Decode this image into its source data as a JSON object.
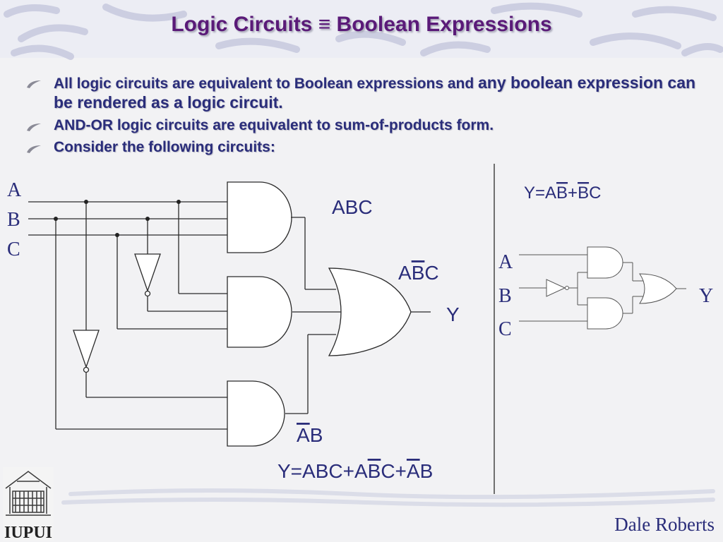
{
  "slide": {
    "title": "Logic Circuits ≡ Boolean Expressions",
    "bullets": [
      {
        "text": "All logic circuits are equivalent to Boolean expressions and ",
        "big": "any boolean expression can be rendered as a logic circuit."
      },
      {
        "text": "AND-OR logic circuits are equivalent to sum-of-products form.",
        "big": ""
      },
      {
        "text": "Consider the following circuits:",
        "big": ""
      }
    ],
    "footer": "Dale Roberts",
    "logo_text": "IUPUI"
  },
  "circuit1": {
    "inputs": [
      "A",
      "B",
      "C"
    ],
    "term_labels": {
      "t1": [
        "ABC"
      ],
      "t2": [
        "A",
        "B",
        "C"
      ],
      "t3": [
        "A",
        "B"
      ]
    },
    "output": "Y",
    "expression": [
      "Y=ABC+A",
      "B",
      "C+",
      "A",
      "B"
    ]
  },
  "circuit2": {
    "inputs": [
      "A",
      "B",
      "C"
    ],
    "output": "Y",
    "expression": [
      "Y=A",
      "B",
      "+",
      "B",
      "C"
    ]
  },
  "colors": {
    "title": "#5a1a78",
    "text": "#2a2d7a",
    "wire": "#2a2a2a",
    "swirl": "#c9cbe0"
  }
}
